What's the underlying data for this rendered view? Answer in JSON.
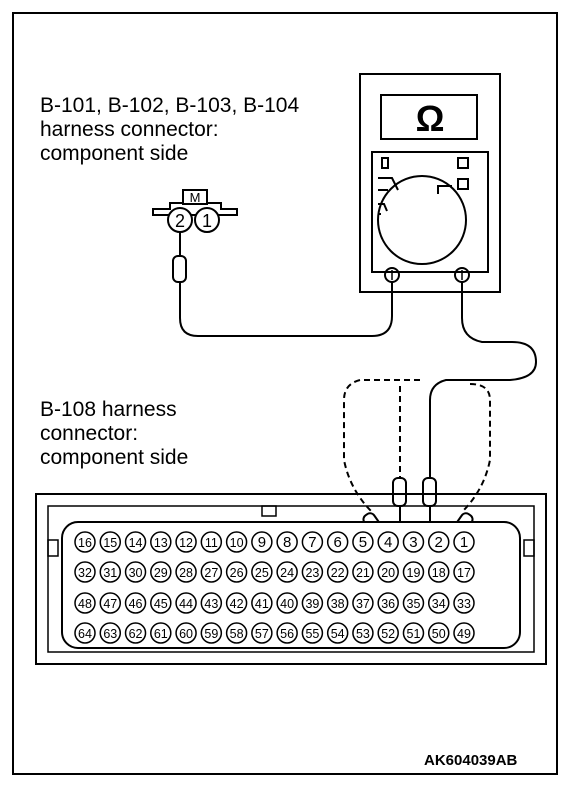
{
  "labels": {
    "top_connector": "B-101, B-102, B-103, B-104\nharness connector:\ncomponent side",
    "bottom_connector": "B-108 harness\nconnector:\ncomponent side",
    "figure_code": "AK604039AB"
  },
  "meter": {
    "symbol": "Ω"
  },
  "small_connector": {
    "tag": "M",
    "pins": [
      "2",
      "1"
    ]
  },
  "large_connector": {
    "rows": [
      [
        "16",
        "15",
        "14",
        "13",
        "12",
        "11",
        "10",
        "9",
        "8",
        "7",
        "6",
        "5",
        "4",
        "3",
        "2",
        "1"
      ],
      [
        "32",
        "31",
        "30",
        "29",
        "28",
        "27",
        "26",
        "25",
        "24",
        "23",
        "22",
        "21",
        "20",
        "19",
        "18",
        "17"
      ],
      [
        "48",
        "47",
        "46",
        "45",
        "44",
        "43",
        "42",
        "41",
        "40",
        "39",
        "38",
        "37",
        "36",
        "35",
        "34",
        "33"
      ],
      [
        "64",
        "63",
        "62",
        "61",
        "60",
        "59",
        "58",
        "57",
        "56",
        "55",
        "54",
        "53",
        "52",
        "51",
        "50",
        "49"
      ]
    ]
  },
  "colors": {
    "line": "#000000",
    "background": "#ffffff"
  }
}
